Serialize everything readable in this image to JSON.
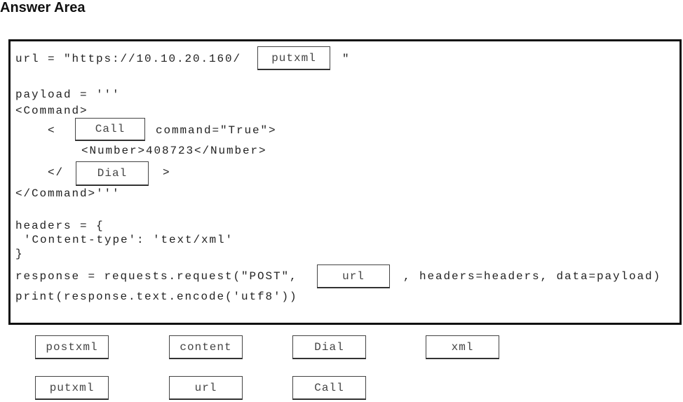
{
  "title": "Answer Area",
  "code": {
    "url_prefix": "url = \"https://10.10.20.160/",
    "url_suffix": "\"",
    "payload": "payload = '''",
    "command_open": "<Command>",
    "call_open": "<",
    "call_attr": "command=\"True\">",
    "number": "<Number>408723</Number>",
    "dial_open": "</",
    "dial_close": ">",
    "command_close": "</Command>'''",
    "headers": "headers = {",
    "content_type": "'Content-type': 'text/xml'",
    "brace_close": "}",
    "response_prefix": "response = requests.request(\"POST\",",
    "response_suffix": ", headers=headers, data=payload)",
    "print": "print(response.text.encode('utf8'))"
  },
  "answer_slots": [
    "putxml",
    "Call",
    "Dial",
    "url"
  ],
  "options": [
    "postxml",
    "content",
    "Dial",
    "xml",
    "putxml",
    "url",
    "Call"
  ]
}
